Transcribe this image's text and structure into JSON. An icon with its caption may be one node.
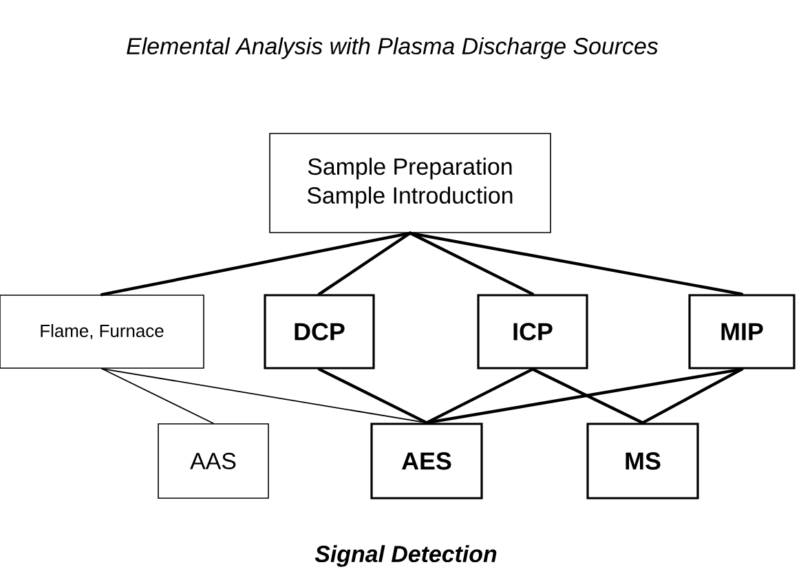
{
  "diagram": {
    "title": "Elemental Analysis with Plasma Discharge Sources",
    "nodes": [
      {
        "text": [
          "Sample Preparation",
          "Sample Introduction"
        ]
      },
      {
        "text": [
          "Flame, Furnace"
        ]
      },
      {
        "text": [
          "DCP"
        ]
      },
      {
        "text": [
          "ICP"
        ]
      },
      {
        "text": [
          "MIP"
        ]
      },
      {
        "text": [
          "AAS"
        ]
      },
      {
        "text": [
          "AES"
        ]
      },
      {
        "text": [
          "MS"
        ]
      }
    ],
    "edges": [
      {
        "from": 0,
        "to": 1,
        "arrow": "none"
      },
      {
        "from": 0,
        "to": 2,
        "arrow": "none"
      },
      {
        "from": 0,
        "to": 3,
        "arrow": "none"
      },
      {
        "from": 0,
        "to": 4,
        "arrow": "none"
      },
      {
        "from": 1,
        "to": 5,
        "arrow": "none"
      },
      {
        "from": 1,
        "to": 6,
        "arrow": "none"
      },
      {
        "from": 2,
        "to": 6,
        "arrow": "none"
      },
      {
        "from": 3,
        "to": 6,
        "arrow": "none"
      },
      {
        "from": 3,
        "to": 7,
        "arrow": "none"
      },
      {
        "from": 4,
        "to": 6,
        "arrow": "none"
      },
      {
        "from": 4,
        "to": 7,
        "arrow": "none"
      }
    ],
    "labels": [
      "Signal Detection"
    ]
  }
}
